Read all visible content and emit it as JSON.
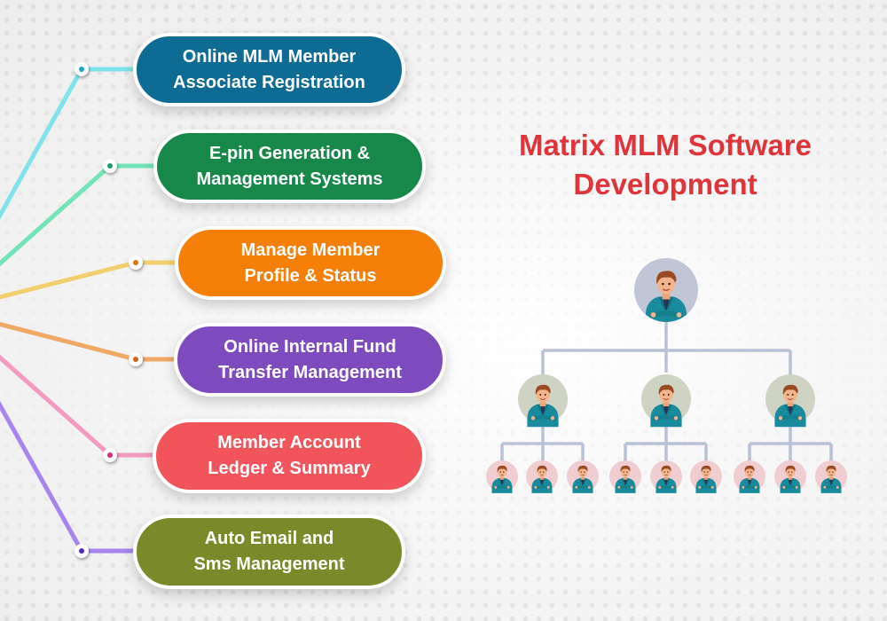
{
  "title": {
    "line1": "Matrix MLM Software",
    "line2": "Development",
    "color": "#e0343b"
  },
  "features": [
    {
      "line1": "Online MLM Member",
      "line2": "Associate Registration",
      "color": "#0e6b94",
      "line_color": "#7ee3ea",
      "dot_color": "#1aa6c9"
    },
    {
      "line1": "E-pin Generation &",
      "line2": "Management Systems",
      "color": "#17884a",
      "line_color": "#73e3b8",
      "dot_color": "#1f9a6b"
    },
    {
      "line1": "Manage Member",
      "line2": "Profile & Status",
      "color": "#f57f07",
      "line_color": "#f2cf6e",
      "dot_color": "#d8780e"
    },
    {
      "line1": "Online Internal Fund",
      "line2": "Transfer Management",
      "color": "#7e4bbf",
      "line_color": "#f0a866",
      "dot_color": "#d8631a"
    },
    {
      "line1": "Member Account",
      "line2": "Ledger & Summary",
      "color": "#f2545b",
      "line_color": "#f39ac1",
      "dot_color": "#d62c72"
    },
    {
      "line1": "Auto Email and",
      "line2": "Sms Management",
      "color": "#7a8a2a",
      "line_color": "#a784ef",
      "dot_color": "#4b2ac2"
    }
  ],
  "org_chart": {
    "levels": [
      1,
      3,
      9
    ],
    "connector_color": "#b9c1d6",
    "level_colors": [
      "#c0c6d6",
      "#cfd3c3",
      "#f0cdd0"
    ],
    "avatar": {
      "suit": "#1a8b9c",
      "hair": "#9a4a22",
      "skin": "#f2b48c",
      "shirt": "#263554"
    }
  }
}
